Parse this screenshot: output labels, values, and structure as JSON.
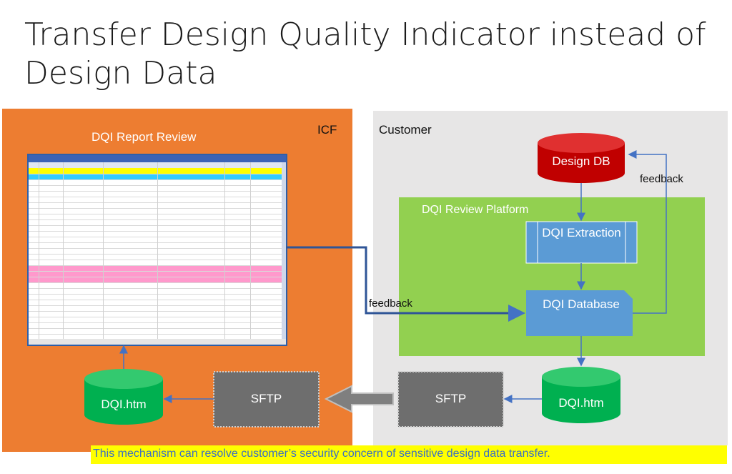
{
  "slide": {
    "title": "Transfer Design Quality Indicator instead of Design Data",
    "highlight": "This mechanism can resolve customer’s security concern of sensitive design data transfer."
  },
  "icf": {
    "label": "ICF",
    "report_review": "DQI Report Review",
    "dqi_htm": "DQI.htm",
    "sftp": "SFTP"
  },
  "customer": {
    "label": "Customer",
    "design_db": "Design DB",
    "platform": "DQI Review Platform",
    "extraction": "DQI Extraction",
    "database": "DQI Database",
    "dqi_htm": "DQI.htm",
    "sftp": "SFTP"
  },
  "feedback": {
    "right": "feedback",
    "left": "feedback"
  },
  "colors": {
    "icf_panel": "#ED7D31",
    "customer_panel": "#E7E6E6",
    "platform": "#92D050",
    "db_red": "#C00000",
    "db_green": "#00B050",
    "box_blue": "#5B9BD5",
    "sftp_gray": "#6E6E6E",
    "arrow_blue": "#4472C4",
    "highlight": "#FFFF00"
  }
}
